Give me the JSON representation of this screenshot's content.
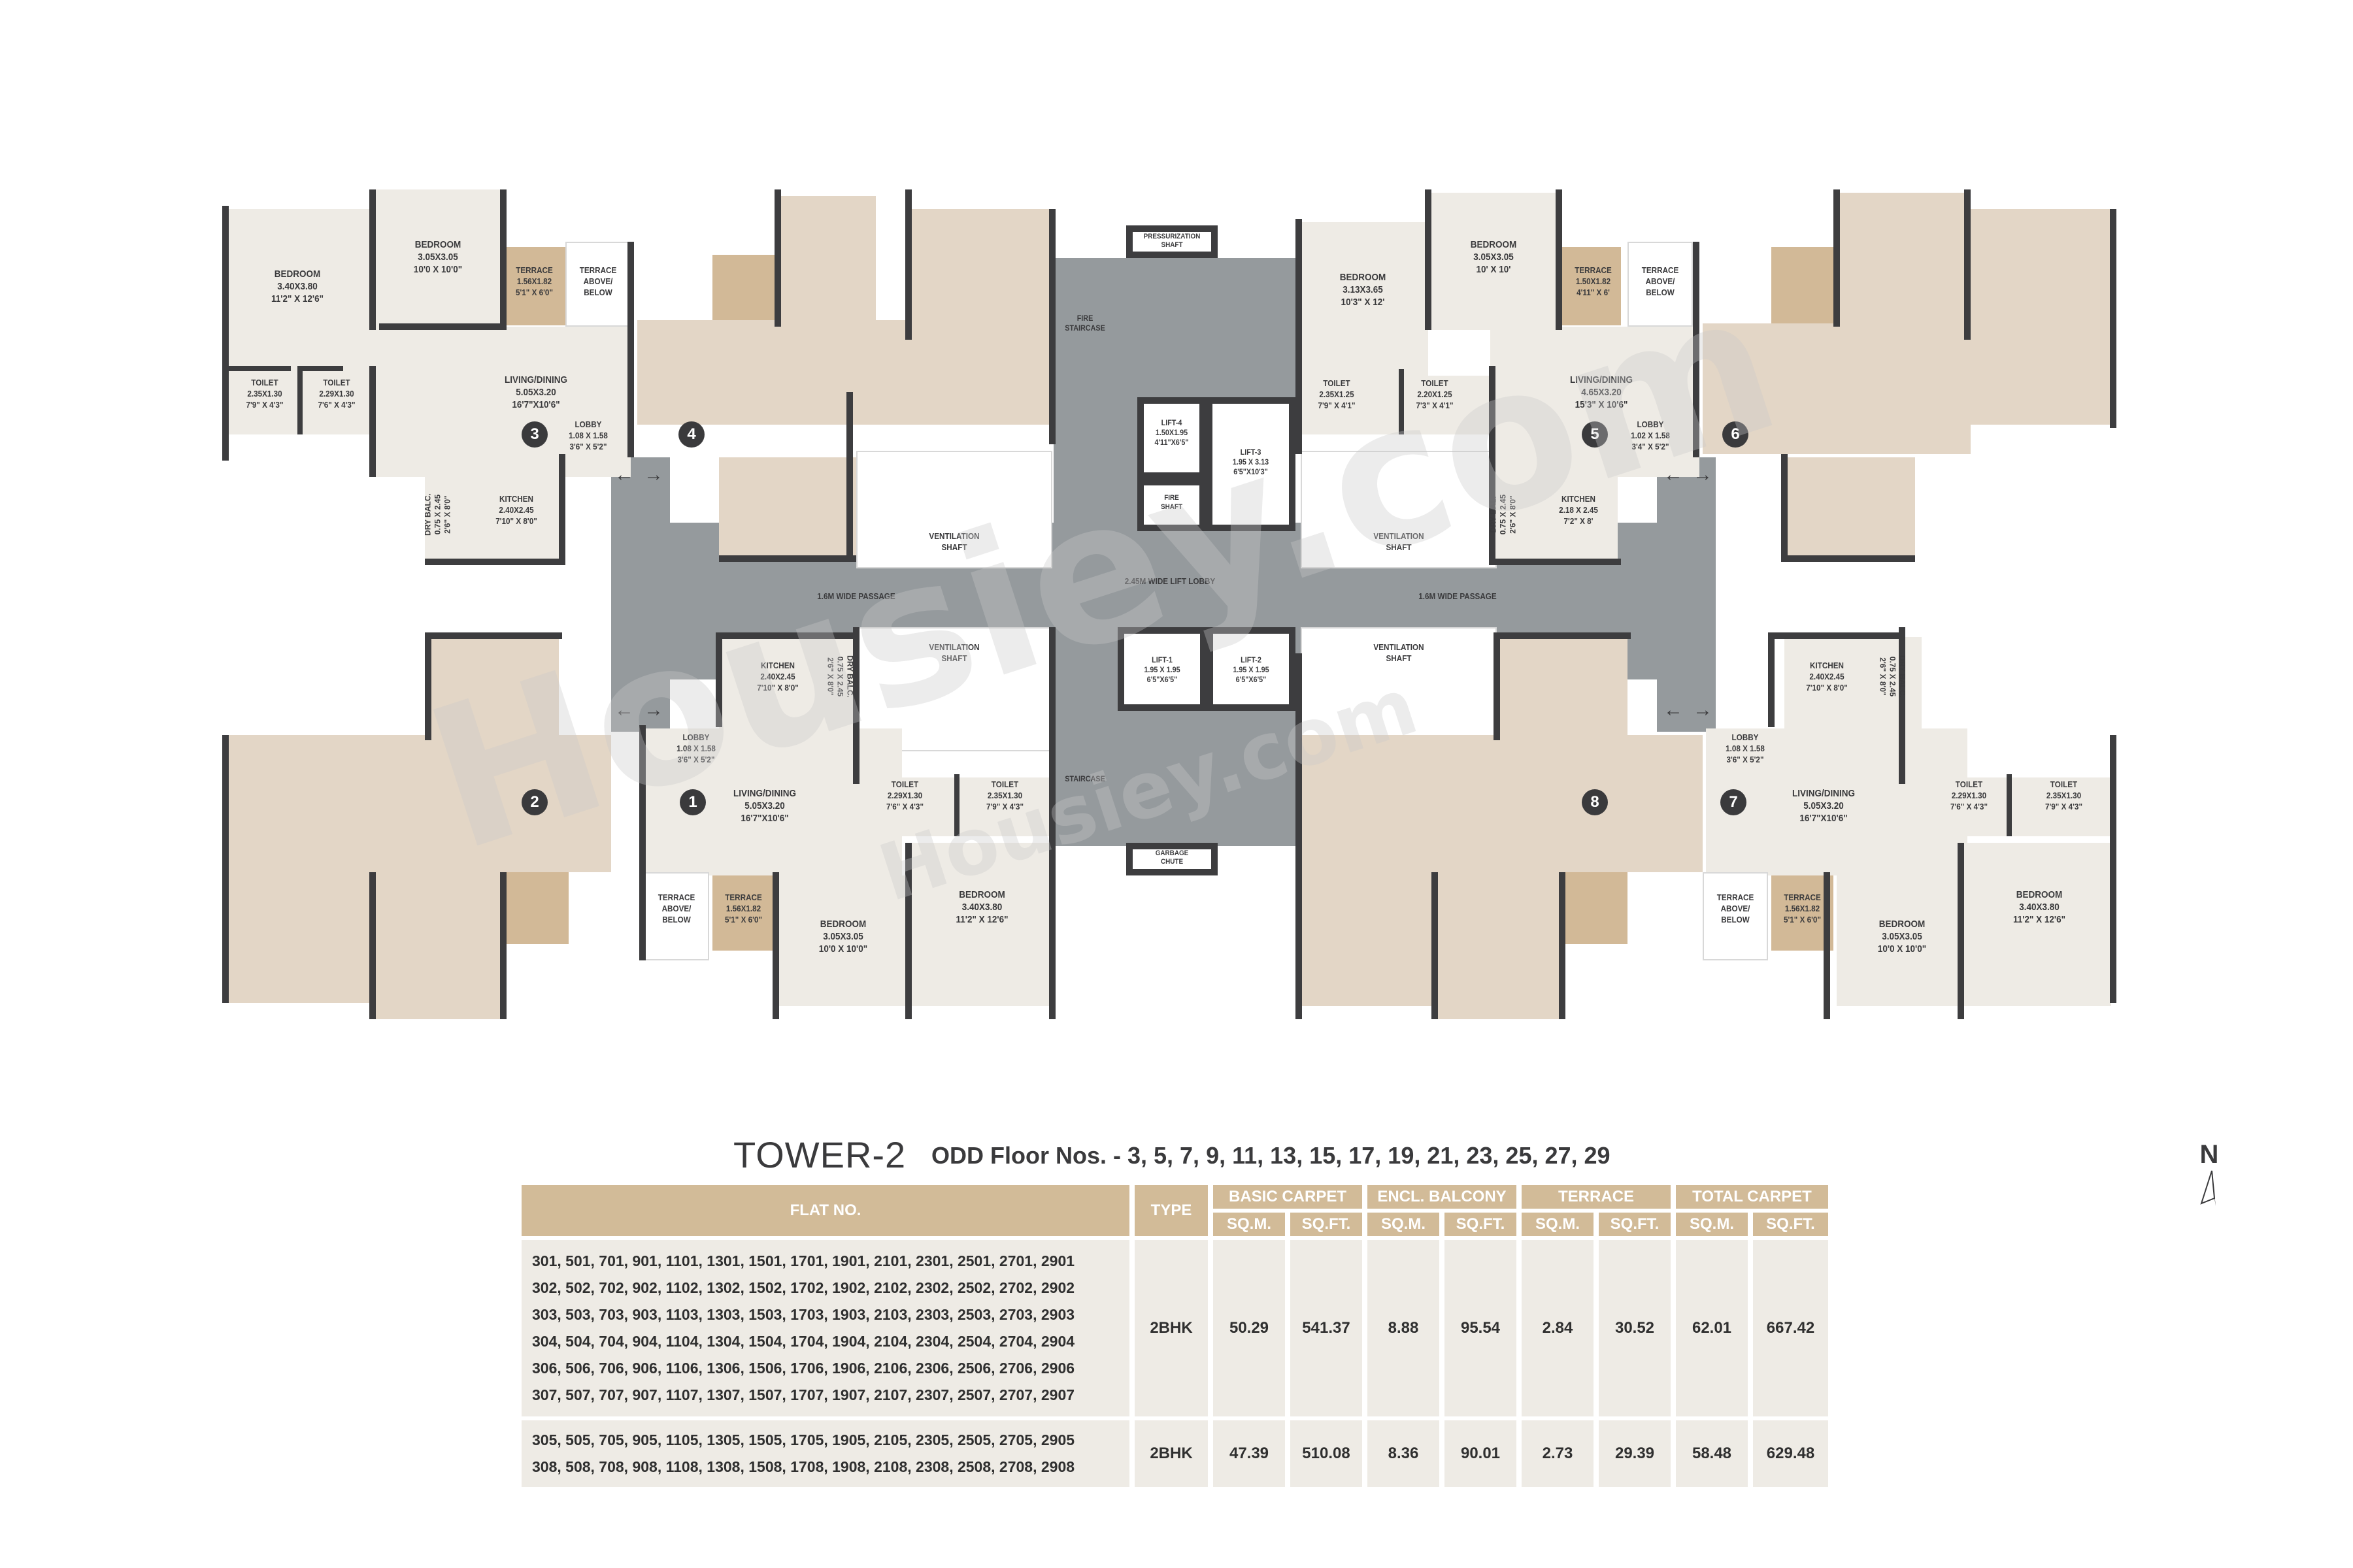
{
  "plan": {
    "core": {
      "pressurization_shaft": "PRESSURIZATION\nSHAFT",
      "fire_staircase": "FIRE\nSTAIRCASE",
      "staircase": "STAIRCASE",
      "garbage_chute": "GARBAGE\nCHUTE",
      "fire_shaft": "FIRE\nSHAFT",
      "lift_4": "LIFT-4\n1.50X1.95\n4'11\"X6'5\"",
      "lift_3": "LIFT-3\n1.95 X 3.13\n6'5\"X10'3\"",
      "lift_1": "LIFT-1\n1.95 X 1.95\n6'5\"X6'5\"",
      "lift_2": "LIFT-2\n1.95 X 1.95\n6'5\"X6'5\"",
      "ventilation_shaft": "VENTILATION\nSHAFT",
      "passage_left": "1.6M WIDE PASSAGE",
      "passage_right": "1.6M WIDE PASSAGE",
      "lift_lobby": "2.45M WIDE LIFT LOBBY"
    },
    "flats": {
      "f3": {
        "number": "3",
        "bedroom_1": "BEDROOM\n3.40X3.80\n11'2\" X 12'6\"",
        "bedroom_2": "BEDROOM\n3.05X3.05\n10'0 X 10'0\"",
        "terrace": "TERRACE\n1.56X1.82\n5'1\" X 6'0\"",
        "terrace_above": "TERRACE\nABOVE/\nBELOW",
        "toilet_1": "TOILET\n2.35X1.30\n7'9\" X 4'3\"",
        "toilet_2": "TOILET\n2.29X1.30\n7'6\" X 4'3\"",
        "living": "LIVING/DINING\n5.05X3.20\n16'7\"X10'6\"",
        "lobby": "LOBBY\n1.08 X 1.58\n3'6\" X 5'2\"",
        "kitchen": "KITCHEN\n2.40X2.45\n7'10\" X 8'0\"",
        "dry_balc": "DRY BALC.\n0.75 X 2.45\n2'6\" X 8'0\""
      },
      "f4": {
        "number": "4"
      },
      "f5": {
        "number": "5",
        "bedroom_1": "BEDROOM\n3.13X3.65\n10'3\" X 12'",
        "bedroom_2": "BEDROOM\n3.05X3.05\n10' X 10'",
        "terrace": "TERRACE\n1.50X1.82\n4'11\" X 6'",
        "terrace_above": "TERRACE\nABOVE/\nBELOW",
        "toilet_1": "TOILET\n2.35X1.25\n7'9\" X 4'1\"",
        "toilet_2": "TOILET\n2.20X1.25\n7'3\" X 4'1\"",
        "living": "LIVING/DINING\n4.65X3.20\n15'3\" X 10'6\"",
        "lobby": "LOBBY\n1.02 X 1.58\n3'4\" X 5'2\"",
        "kitchen": "KITCHEN\n2.18 X 2.45\n7'2\" X 8'",
        "dry_balc": "DRY BAL.\n0.75 X 2.45\n2'6\" X 8'0\""
      },
      "f6": {
        "number": "6"
      },
      "f1": {
        "number": "1",
        "kitchen": "KITCHEN\n2.40X2.45\n7'10\" X 8'0\"",
        "dry_balc": "DRY BALC.\n0.75 X 2.45\n2'6\" X 8'0\"",
        "lobby": "LOBBY\n1.08 X 1.58\n3'6\" X 5'2\"",
        "living": "LIVING/DINING\n5.05X3.20\n16'7\"X10'6\"",
        "toilet_1": "TOILET\n2.29X1.30\n7'6\" X 4'3\"",
        "toilet_2": "TOILET\n2.35X1.30\n7'9\" X 4'3\"",
        "terrace_above": "TERRACE\nABOVE/\nBELOW",
        "terrace": "TERRACE\n1.56X1.82\n5'1\" X 6'0\"",
        "bedroom_2": "BEDROOM\n3.05X3.05\n10'0 X 10'0\"",
        "bedroom_1": "BEDROOM\n3.40X3.80\n11'2\" X 12'6\""
      },
      "f2": {
        "number": "2"
      },
      "f8": {
        "number": "8"
      },
      "f7": {
        "number": "7",
        "kitchen": "KITCHEN\n2.40X2.45\n7'10\" X 8'0\"",
        "dry_balc": "DRY BALC.\n0.75 X 2.45\n2'6\" X 8'0\"",
        "lobby": "LOBBY\n1.08 X 1.58\n3'6\" X 5'2\"",
        "living": "LIVING/DINING\n5.05X3.20\n16'7\"X10'6\"",
        "toilet_1": "TOILET\n2.29X1.30\n7'6\" X 4'3\"",
        "toilet_2": "TOILET\n2.35X1.30\n7'9\" X 4'3\"",
        "terrace_above": "TERRACE\nABOVE/\nBELOW",
        "terrace": "TERRACE\n1.56X1.82\n5'1\" X 6'0\"",
        "bedroom_2": "BEDROOM\n3.05X3.05\n10'0 X 10'0\"",
        "bedroom_1": "BEDROOM\n3.40X3.80\n11'2\" X 12'6\""
      }
    },
    "arrows": {
      "left": "←",
      "right": "→"
    },
    "watermark": [
      "Housiey.com",
      "Housiey.com"
    ]
  },
  "title": {
    "tower": "TOWER-2",
    "floors": "ODD Floor Nos. - 3, 5, 7, 9, 11, 13, 15, 17, 19, 21, 23, 25, 27, 29"
  },
  "table": {
    "headers": {
      "flat_no": "FLAT NO.",
      "type": "TYPE",
      "basic_carpet": "BASIC CARPET",
      "encl_balcony": "ENCL. BALCONY",
      "terrace": "TERRACE",
      "total_carpet": "TOTAL CARPET",
      "sqm": "SQ.M.",
      "sqft": "SQ.FT."
    },
    "rows": [
      {
        "flats": "301, 501, 701, 901, 1101, 1301, 1501, 1701, 1901, 2101, 2301, 2501, 2701, 2901\n302, 502, 702, 902, 1102, 1302, 1502, 1702, 1902, 2102, 2302, 2502, 2702, 2902\n303, 503, 703, 903, 1103, 1303, 1503, 1703, 1903, 2103, 2303, 2503, 2703, 2903\n304, 504, 704, 904, 1104, 1304, 1504, 1704, 1904, 2104, 2304, 2504, 2704, 2904\n306, 506, 706, 906, 1106, 1306, 1506, 1706, 1906, 2106, 2306, 2506, 2706, 2906\n307, 507, 707, 907, 1107, 1307, 1507, 1707, 1907, 2107, 2307, 2507, 2707, 2907",
        "type": "2BHK",
        "basic_sqm": "50.29",
        "basic_sqft": "541.37",
        "balc_sqm": "8.88",
        "balc_sqft": "95.54",
        "terr_sqm": "2.84",
        "terr_sqft": "30.52",
        "total_sqm": "62.01",
        "total_sqft": "667.42"
      },
      {
        "flats": "305, 505, 705, 905, 1105, 1305, 1505, 1705, 1905, 2105, 2305, 2505, 2705, 2905\n308, 508, 708, 908, 1108, 1308, 1508, 1708, 1908, 2108, 2308, 2508, 2708, 2908",
        "type": "2BHK",
        "basic_sqm": "47.39",
        "basic_sqft": "510.08",
        "balc_sqm": "8.36",
        "balc_sqft": "90.01",
        "terr_sqm": "2.73",
        "terr_sqft": "29.39",
        "total_sqm": "58.48",
        "total_sqft": "629.48"
      }
    ]
  },
  "north": {
    "label": "N"
  },
  "colors": {
    "core": "#959a9d",
    "room": "#eeebe5",
    "furnished": "#e3d6c6",
    "terrace": "#d2b997",
    "wall": "#3d3d3f",
    "table_header": "#d2bb98"
  }
}
